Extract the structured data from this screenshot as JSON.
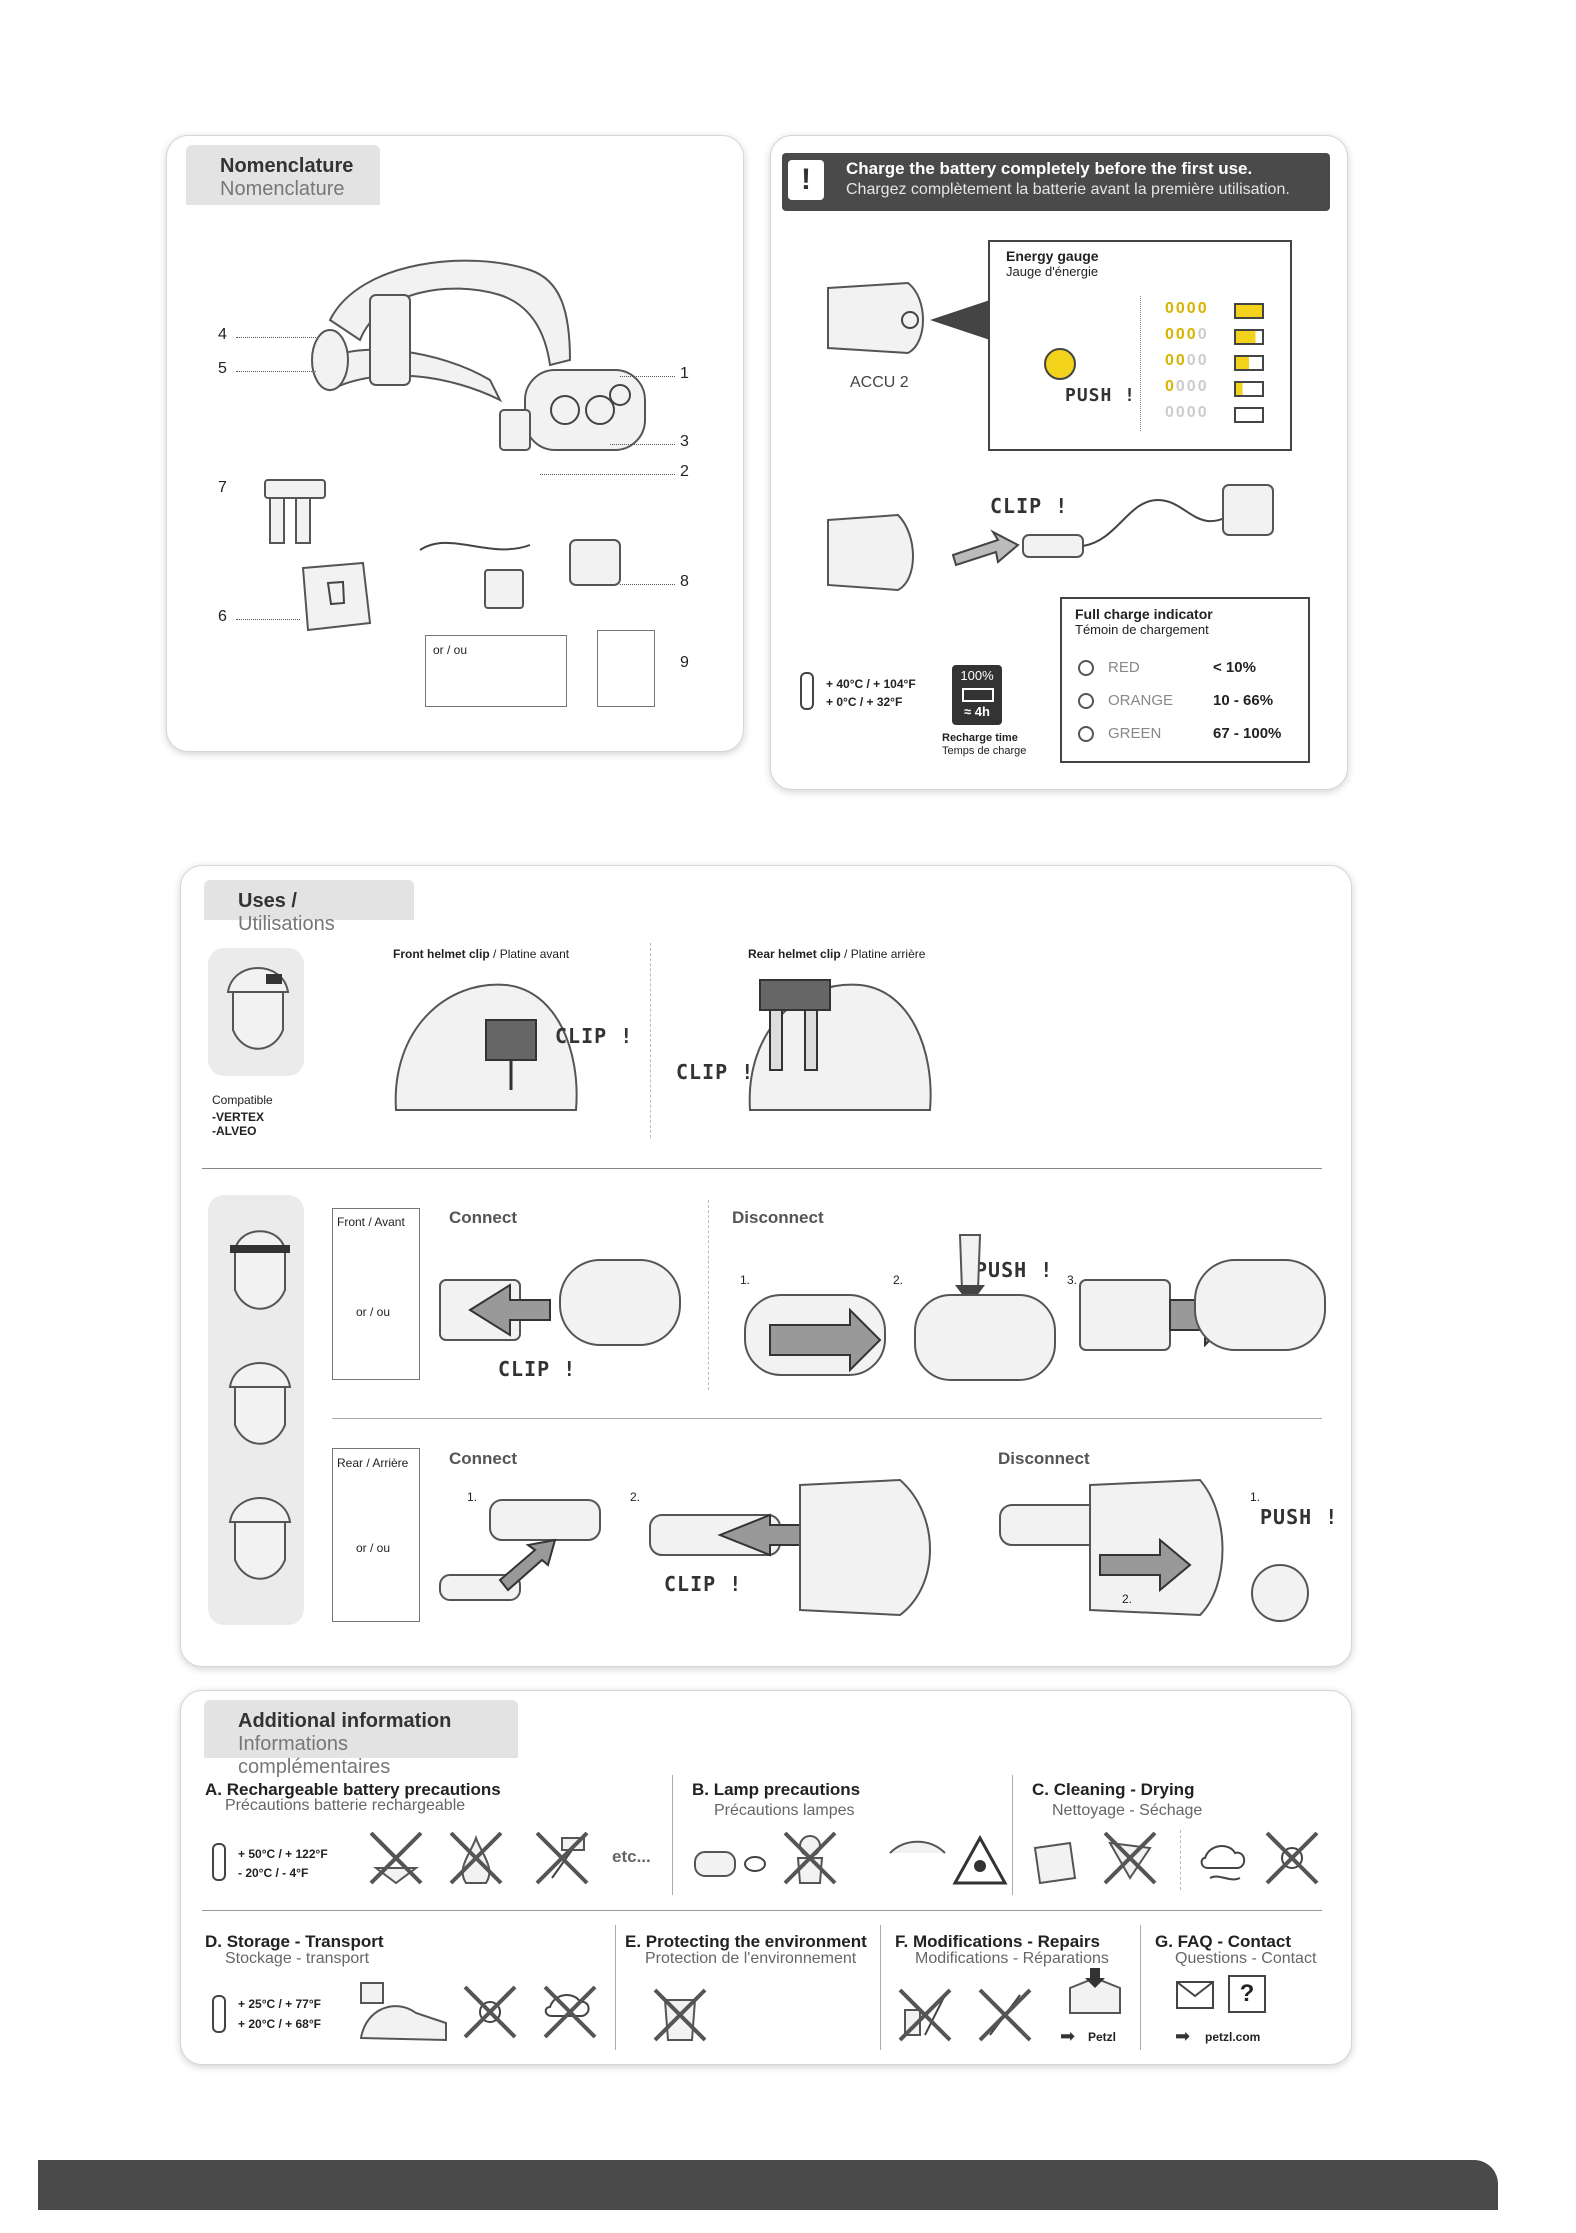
{
  "nomenclature": {
    "title": "Nomenclature",
    "subtitle": "Nomenclature",
    "callouts": [
      "1",
      "2",
      "3",
      "4",
      "5",
      "6",
      "7",
      "8",
      "9"
    ],
    "or_label": "or / ou"
  },
  "charge": {
    "warning_icon": "exclamation-icon",
    "title": "Charge the battery completely before the first use.",
    "subtitle": "Chargez complètement la batterie avant la première utilisation.",
    "battery_label": "ACCU 2",
    "energy_gauge_title": "Energy gauge",
    "energy_gauge_subtitle": "Jauge d'énergie",
    "push_label": "PUSH !",
    "clip_label": "CLIP !",
    "temp_high": "+ 40°C / + 104°F",
    "temp_low": "+ 0°C / + 32°F",
    "charge_percent": "100%",
    "charge_time": "≈ 4h",
    "recharge_time_title": "Recharge time",
    "recharge_time_subtitle": "Temps de charge",
    "full_charge_title": "Full charge indicator",
    "full_charge_subtitle": "Témoin de chargement",
    "indicator_rows": [
      {
        "color": "RED",
        "range": "< 10%"
      },
      {
        "color": "ORANGE",
        "range": "10 - 66%"
      },
      {
        "color": "GREEN",
        "range": "67 - 100%"
      }
    ]
  },
  "uses": {
    "title": "Uses",
    "title_fr": "Utilisations",
    "front_clip_title": "Front helmet clip",
    "front_clip_fr": "Platine avant",
    "rear_clip_title": "Rear helmet clip",
    "rear_clip_fr": "Platine arrière",
    "clip_label": "CLIP !",
    "compatible_label": "Compatible",
    "compatible_models": [
      "-VERTEX",
      "-ALVEO"
    ],
    "front_label": "Front / Avant",
    "rear_label": "Rear / Arrière",
    "or_label": "or / ou",
    "connect_label": "Connect",
    "disconnect_label": "Disconnect",
    "push_label": "PUSH !",
    "steps": [
      "1.",
      "2.",
      "3."
    ]
  },
  "additional": {
    "title": "Additional information",
    "subtitle": "Informations complémentaires",
    "sections": [
      {
        "title": "A. Rechargeable battery precautions",
        "subtitle": "Précautions batterie rechargeable"
      },
      {
        "title": "B. Lamp precautions",
        "subtitle": "Précautions lampes"
      },
      {
        "title": "C. Cleaning - Drying",
        "subtitle": "Nettoyage - Séchage"
      },
      {
        "title": "D. Storage - Transport",
        "subtitle": "Stockage - transport"
      },
      {
        "title": "E. Protecting the environment",
        "subtitle": "Protection de l'environnement"
      },
      {
        "title": "F. Modifications - Repairs",
        "subtitle": "Modifications - Réparations"
      },
      {
        "title": "G. FAQ - Contact",
        "subtitle": "Questions - Contact"
      }
    ],
    "a_temp_high": "+ 50°C / + 122°F",
    "a_temp_low": "- 20°C / - 4°F",
    "etc_label": "etc...",
    "d_temp_high": "+ 25°C / + 77°F",
    "d_temp_low": "+ 20°C / + 68°F",
    "petzl_label": "Petzl",
    "petzl_site": "petzl.com"
  }
}
